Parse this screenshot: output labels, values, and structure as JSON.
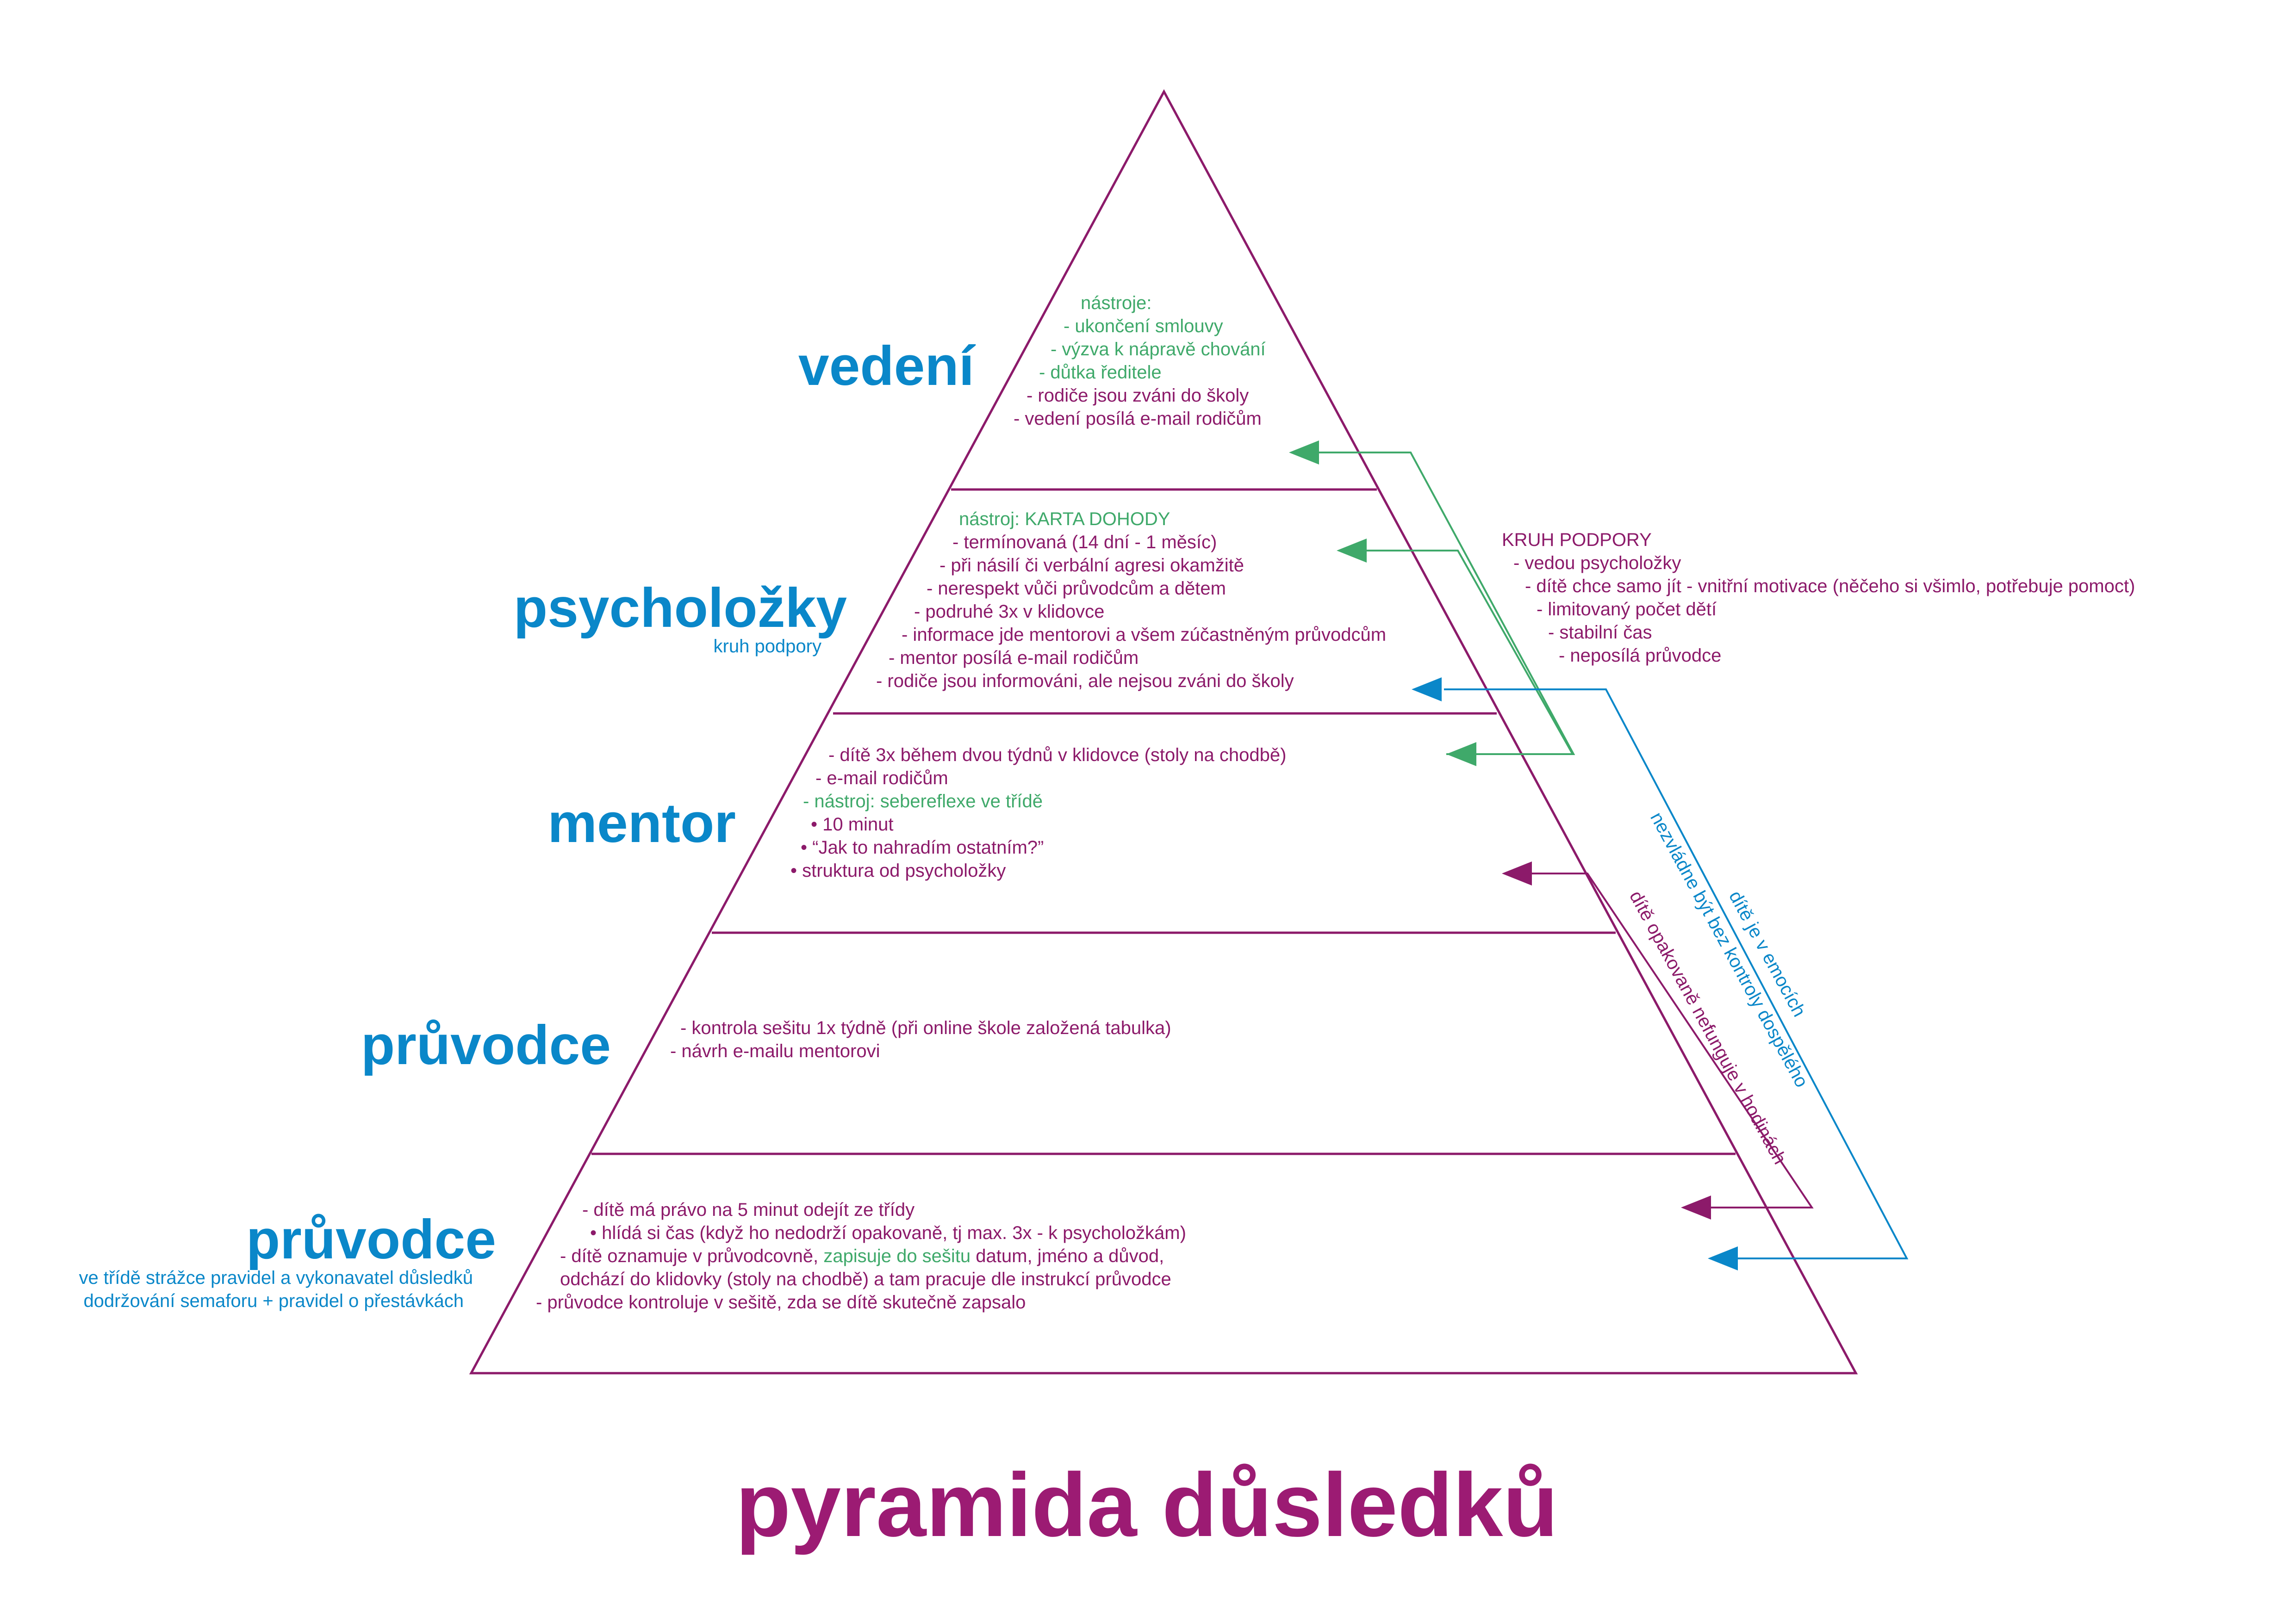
{
  "colors": {
    "purple": "#8c1a6a",
    "blue": "#0a87c9",
    "green": "#3fa96a",
    "title": "#9c1b73"
  },
  "title": "pyramida důsledků",
  "levels": [
    {
      "label": "vedení"
    },
    {
      "label": "psycholožky",
      "sublabel": "kruh podpory"
    },
    {
      "label": "mentor"
    },
    {
      "label": "průvodce"
    },
    {
      "label": "průvodce",
      "sublabel_lines": [
        "ve třídě strážce pravidel a vykonavatel důsledků",
        "dodržování semaforu + pravidel o přestávkách"
      ]
    }
  ],
  "vedeni_notes": [
    {
      "text": "nástroje:",
      "color": "green"
    },
    {
      "text": "- ukončení smlouvy",
      "color": "green"
    },
    {
      "text": "- výzva k nápravě chování",
      "color": "green"
    },
    {
      "text": "- důtka ředitele",
      "color": "green"
    },
    {
      "text": "- rodiče jsou zváni do školy",
      "color": "purple"
    },
    {
      "text": "- vedení posílá e-mail rodičům",
      "color": "purple"
    }
  ],
  "psycholozky_notes": [
    {
      "text": "nástroj: KARTA DOHODY",
      "color": "green"
    },
    {
      "text": "- termínovaná (14 dní - 1 měsíc)",
      "color": "purple"
    },
    {
      "text": "- při násilí či verbální agresi okamžitě",
      "color": "purple"
    },
    {
      "text": "- nerespekt vůči průvodcům a dětem",
      "color": "purple"
    },
    {
      "text": "- podruhé 3x v klidovce",
      "color": "purple"
    },
    {
      "text": "- informace jde mentorovi a všem zúčastněným průvodcům",
      "color": "purple"
    },
    {
      "text": "- mentor posílá e-mail rodičům",
      "color": "purple"
    },
    {
      "text": "- rodiče jsou informováni, ale nejsou zváni do školy",
      "color": "purple"
    }
  ],
  "mentor_notes": [
    {
      "text": "- dítě 3x během dvou týdnů v klidovce (stoly na chodbě)",
      "color": "purple"
    },
    {
      "text": "- e-mail rodičům",
      "color": "purple"
    },
    {
      "text": "- nástroj: sebereflexe ve třídě",
      "color": "green"
    },
    {
      "text": "• 10 minut",
      "color": "purple"
    },
    {
      "text": "• “Jak to nahradím ostatním?”",
      "color": "purple"
    },
    {
      "text": "• struktura od psycholožky",
      "color": "purple"
    }
  ],
  "pruvodce_notes": [
    {
      "text": "- kontrola sešitu 1x týdně (při online škole založená tabulka)",
      "color": "purple"
    },
    {
      "text": "- návrh e-mailu mentorovi",
      "color": "purple"
    }
  ],
  "pruvodce_trida_notes": {
    "line1": "- dítě má právo na 5 minut odejít ze třídy",
    "line2": "• hlídá si čas (když ho nedodrží opakovaně, tj max. 3x - k psycholožkám)",
    "line3_a": "- dítě oznamuje v průvodcovně, ",
    "line3_b": "zapisuje do sešitu",
    "line3_c": " datum, jméno a důvod,",
    "line4": "odchází do klidovky (stoly na chodbě) a tam pracuje dle instrukcí průvodce",
    "line5": "- průvodce kontroluje v sešitě, zda se dítě skutečně zapsalo"
  },
  "kruh_podpory": {
    "heading": "KRUH PODPORY",
    "items": [
      "- vedou psycholožky",
      "- dítě chce samo jít - vnitřní motivace (něčeho si všimlo, potřebuje pomoct)",
      "- limitovaný počet dětí",
      "- stabilní čas",
      "- neposílá průvodce"
    ]
  },
  "rotated_labels": {
    "blue_1": "dítě je v emocích",
    "blue_2": "nezvládne být bez kontroly dospělého",
    "purple": "dítě opakovaně nefunguje v hodinách"
  }
}
